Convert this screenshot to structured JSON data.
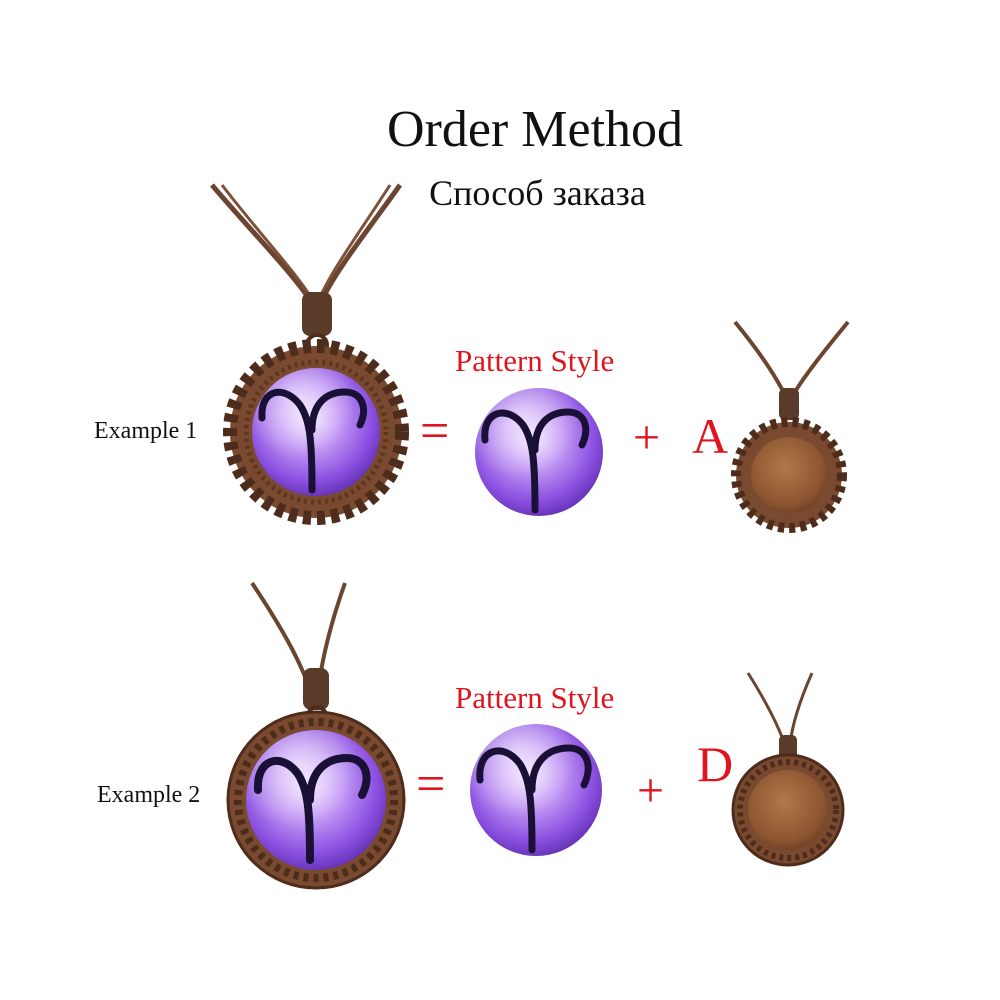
{
  "title": "Order Method",
  "subtitle": "Способ заказа",
  "examples": [
    {
      "label": "Example 1",
      "pattern_label": "Pattern Style",
      "equals": "=",
      "plus": "+",
      "letter": "A"
    },
    {
      "label": "Example 2",
      "pattern_label": "Pattern Style",
      "equals": "=",
      "plus": "+",
      "letter": "D"
    }
  ],
  "colors": {
    "cord": "#6b4530",
    "wood": "#7a4a30",
    "wood_dark": "#4e2c1b",
    "wood_inner": "#9a6238",
    "accent_red": "#e0141e",
    "galaxy_light": "#d8b8ff",
    "galaxy_dark": "#7a3fd1"
  },
  "icons": {
    "zodiac": "aries-symbol-icon",
    "pendant_flower": "flower-wood-pendant-icon",
    "pendant_round": "round-wood-pendant-icon"
  }
}
